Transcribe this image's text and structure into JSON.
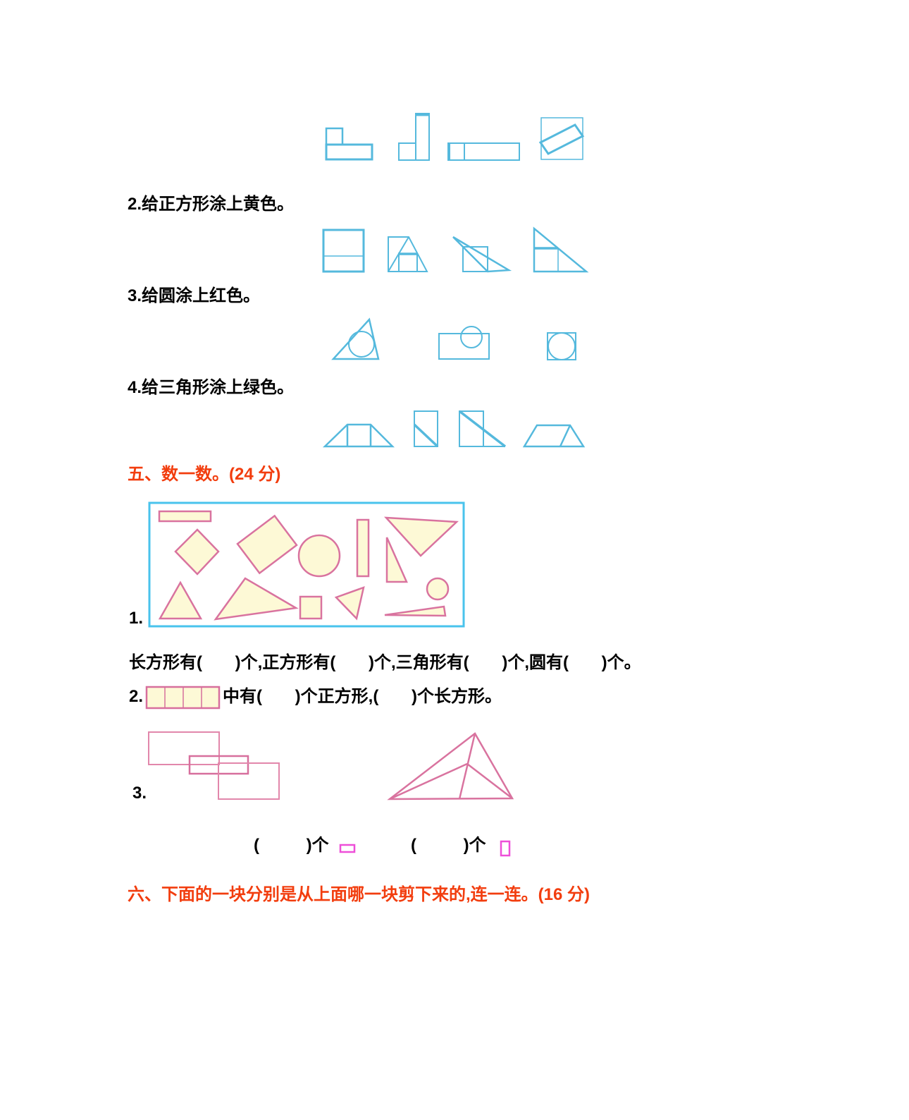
{
  "colors": {
    "shape_outline_cyan": "#55b9dd",
    "box_border_cyan": "#49c3ec",
    "shape_outline_pink": "#d9739f",
    "thin_rect_pink": "#e287ab",
    "mid_rect_pink": "#d76f9d",
    "shape_fill_yellow": "#fdf9d6",
    "answer_rect_magenta": "#ee4fd8",
    "section_title_red": "#f23d0e",
    "body_text": "#000000",
    "page_bg": "#ffffff"
  },
  "sections": {
    "q2_label": "2.给正方形涂上黄色。",
    "q3_label": "3.给圆涂上红色。",
    "q4_label": "4.给三角形涂上绿色。",
    "five": {
      "title": "五、数一数。(24 分)",
      "item1": {
        "label": "1.",
        "count_line": "长方形有(       )个,正方形有(       )个,三角形有(       )个,圆有(       )个。"
      },
      "item2": {
        "prefix": "2.",
        "suffix": "中有(       )个正方形,(       )个长方形。"
      },
      "item3": {
        "label": "3.",
        "answer1": "(          )个",
        "answer2": "(          )个"
      }
    },
    "six": {
      "title": "六、下面的一块分别是从上面哪一块剪下来的,连一连。(16 分)"
    }
  },
  "figures": {
    "row1_cut_shapes": [
      "l-shaped-block",
      "tall-l-block",
      "long-rectangle-with-square-cell",
      "square-with-rotated-rectangle"
    ],
    "row2_square_shapes": [
      "square-with-horizontal-line",
      "square-with-triangle-and-inner-square",
      "sliver-triangle-over-square",
      "right-triangle-with-inner-square"
    ],
    "row3_circle_shapes": [
      "triangle-with-inscribed-circle",
      "rectangle-with-overlapping-circle",
      "square-with-inscribed-circle"
    ],
    "row4_triangle_shapes": [
      "trapezoid-divided",
      "rectangle-with-diagonal",
      "rectangle-with-extended-diagonal",
      "parallelogram-with-inner-triangle"
    ],
    "count_box_shapes": [
      "thin-rectangle",
      "diamond-square",
      "rotated-rectangle",
      "circle",
      "tall-rectangle",
      "large-triangle",
      "small-right-triangle",
      "isosceles-triangle",
      "wide-triangle",
      "small-square",
      "left-pointing-triangle",
      "sliver-triangle",
      "small-circle"
    ],
    "item2_figure": "four-cell-strip",
    "item3_figures": [
      "overlapping-rectangles",
      "triangle-with-cevians"
    ],
    "answer_icons": [
      "horizontal-rectangle-icon",
      "vertical-rectangle-icon"
    ]
  }
}
